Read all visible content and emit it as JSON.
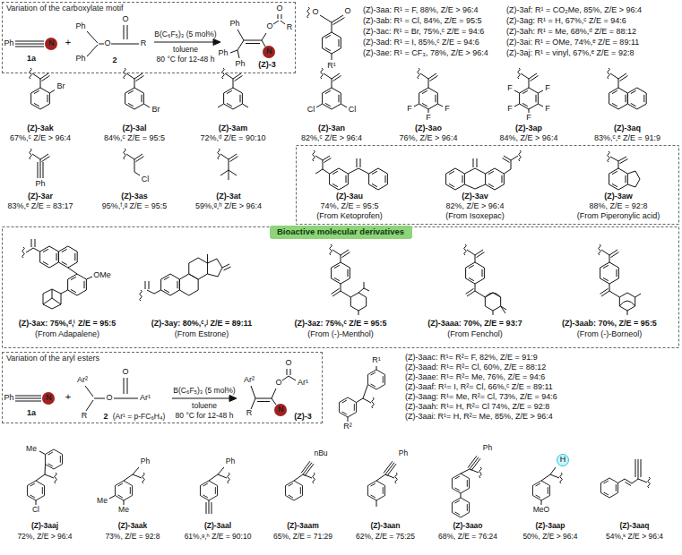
{
  "diagram": {
    "nodes": [
      {
        "text": [
          "Variation of the carboxylate motif"
        ]
      },
      {
        "text": [
          "N"
        ],
        "in": 0
      },
      {
        "text": [
          "N"
        ],
        "in": 0
      },
      {
        "text": [
          "Bioactive molecular derivatives"
        ]
      },
      {
        "text": [
          "Variation of the aryl esters"
        ]
      },
      {
        "text": [
          "N"
        ],
        "in": 4
      },
      {
        "text": [
          "N"
        ],
        "in": 4
      },
      {
        "text": [
          "H"
        ]
      }
    ],
    "labels": [
      "Ph",
      "1a",
      "+",
      "Ph",
      "Ph",
      "O",
      "O",
      "R",
      "2",
      "B(C₆F₅)₃ (5 mol%)",
      "toluene",
      "80 °C for 12-48 h",
      "Ph",
      "Ph",
      "Ph",
      "O",
      "O",
      "R",
      "(Z)-3",
      "O",
      "O",
      "R¹",
      "(Z)-3aa: R¹ = F, 88%, Z/E > 96:4",
      "(Z)-3ab: R¹ = Cl, 84%, Z/E = 95:5",
      "(Z)-3ac: R¹ = Br, 75%,ᶜ Z/E = 94:6",
      "(Z)-3ad: R¹ = I, 85%,ᶜ Z/E = 94:6",
      "(Z)-3ae: R¹ = CF₃, 78%, Z/E > 96:4",
      "(Z)-3af: R¹ = CO₂Me, 85%, Z/E > 96:4",
      "(Z)-3ag: R¹ = H, 67%,ᶜ Z/E = 94:6",
      "(Z)-3ah: R¹ = Me, 68%,ᵈ Z/E = 88:12",
      "(Z)-3ai: R¹ = OMe, 74%,ᵉ Z/E = 89:11",
      "(Z)-3aj: R¹ = vinyl, 67%,ᵉ Z/E = 92:8",
      "Br",
      "(Z)-3ak",
      "67%,ᶜ Z/E > 96:4",
      "Br",
      "(Z)-3al",
      "84%,ᶜ Z/E = 95:5",
      "(Z)-3am",
      "72%,ᵈ Z/E = 90:10",
      "Cl",
      "Cl",
      "(Z)-3an",
      "82%,ᶜ Z/E > 96:4",
      "F",
      "F",
      "F",
      "(Z)-3ao",
      "76%, Z/E > 96:4",
      "F",
      "F",
      "F",
      "F",
      "F",
      "(Z)-3ap",
      "84%, Z/E > 96:4",
      "(Z)-3aq",
      "83%,ᶜ,ᵉ Z/E = 91:9",
      "Ph",
      "(Z)-3ar",
      "83%,ᵉ Z/E = 83:17",
      "Cl",
      "(Z)-3as",
      "95%,ᶠ,ᵍ Z/E = 95:5",
      "(Z)-3at",
      "59%,ᵍ,ʰ Z/E > 96:4",
      "(Z)-3au",
      "74%, Z/E = 95:5",
      "(From Ketoprofen)",
      "(Z)-3av",
      "82%, Z/E > 96:4",
      "(From Isoxepac)",
      "(Z)-3aw",
      "88%, Z/E = 92:8",
      "(From Piperonylic acid)",
      "OMe",
      "(Z)-3ax: 75%,ᵈ,ⁱ Z/E = 95:5",
      "(From Adapalene)",
      "(Z)-3ay: 80%,ᶜ,ʲ Z/E = 89:11",
      "(From Estrone)",
      "(Z)-3az: 75%,ᶜ Z/E = 95:5",
      "(From (-)-Menthol)",
      "(Z)-3aaa: 70%, Z/E = 93:7",
      "(From Fenchol)",
      "(Z)-3aab: 70%, Z/E = 95:5",
      "(From (-)-Borneol)",
      "Ph",
      "1a",
      "+",
      "Ar²",
      "R",
      "O",
      "O",
      "Ar¹",
      "2",
      "(Ar¹ = p-FC₆H₄)",
      "B(C₆F₅)₃ (5 mol%)",
      "toluene",
      "80 °C for 12-48 h",
      "Ar²",
      "R",
      "O",
      "O",
      "Ar¹",
      "(Z)-3",
      "R¹",
      "R²",
      "(Z)-3aac: R¹= R²= F, 82%, Z/E = 91:9",
      "(Z)-3aad: R¹= R²= Cl, 60%, Z/E = 88:12",
      "(Z)-3aae: R¹= R²= Me, 76%, Z/E = 94:6",
      "(Z)-3aaf: R¹= I, R²= Cl, 66%,ᶜ Z/E = 89:11",
      "(Z)-3aag: R¹= Me, R²= Cl, 73%, Z/E = 94:6",
      "(Z)-3aah: R¹= H, R²= Cl 74%, Z/E = 92:8",
      "(Z)-3aai: R¹= H, R²= Me, 85%, Z/E > 96:4",
      "Me",
      "Cl",
      "(Z)-3aaj",
      "72%, Z/E > 96:4",
      "Me",
      "Me",
      "Ph",
      "(Z)-3aak",
      "73%, Z/E = 92:8",
      "Ph",
      "(Z)-3aal",
      "61%,ᵍ,ʰ Z/E = 90:10",
      "nBu",
      "(Z)-3aam",
      "65%, Z/E = 71:29",
      "Ph",
      "(Z)-3aan",
      "62%, Z/E = 75:25",
      "Ph",
      "(Z)-3aao",
      "68%, Z/E = 76:24",
      "MeO",
      "(Z)-3aap",
      "50%, Z/E > 96:4",
      "(Z)-3aaq",
      "54%,ᵏ Z/E > 96:4"
    ]
  }
}
